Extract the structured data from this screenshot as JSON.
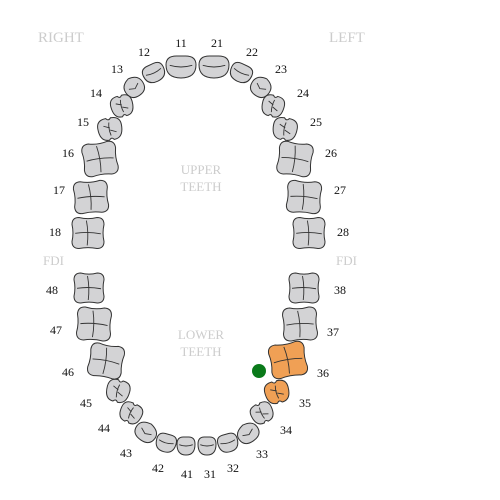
{
  "corner_labels": {
    "upper_right": "RIGHT",
    "upper_left": "LEFT",
    "fdi_right": "FDI",
    "fdi_left": "FDI"
  },
  "center_labels": {
    "upper_line1": "UPPER",
    "upper_line2": "TEETH",
    "lower_line1": "LOWER",
    "lower_line2": "TEETH"
  },
  "colors": {
    "tooth_default": "#d3d3d5",
    "tooth_selected": "#f0a055",
    "marker": "#0a7a1a",
    "label_light": "#cccccc"
  },
  "teeth": [
    {
      "number": "11",
      "type": "incisor",
      "selected": false
    },
    {
      "number": "12",
      "type": "incisor",
      "selected": false
    },
    {
      "number": "13",
      "type": "canine",
      "selected": false
    },
    {
      "number": "14",
      "type": "premolar",
      "selected": false
    },
    {
      "number": "15",
      "type": "premolar",
      "selected": false
    },
    {
      "number": "16",
      "type": "molar",
      "selected": false
    },
    {
      "number": "17",
      "type": "molar",
      "selected": false
    },
    {
      "number": "18",
      "type": "molar",
      "selected": false
    },
    {
      "number": "21",
      "type": "incisor",
      "selected": false
    },
    {
      "number": "22",
      "type": "incisor",
      "selected": false
    },
    {
      "number": "23",
      "type": "canine",
      "selected": false
    },
    {
      "number": "24",
      "type": "premolar",
      "selected": false
    },
    {
      "number": "25",
      "type": "premolar",
      "selected": false
    },
    {
      "number": "26",
      "type": "molar",
      "selected": false
    },
    {
      "number": "27",
      "type": "molar",
      "selected": false
    },
    {
      "number": "28",
      "type": "molar",
      "selected": false
    },
    {
      "number": "31",
      "type": "incisor",
      "selected": false
    },
    {
      "number": "32",
      "type": "incisor",
      "selected": false
    },
    {
      "number": "33",
      "type": "canine",
      "selected": false
    },
    {
      "number": "34",
      "type": "premolar",
      "selected": false
    },
    {
      "number": "35",
      "type": "premolar",
      "selected": true
    },
    {
      "number": "36",
      "type": "molar",
      "selected": true
    },
    {
      "number": "37",
      "type": "molar",
      "selected": false
    },
    {
      "number": "38",
      "type": "molar",
      "selected": false
    },
    {
      "number": "41",
      "type": "incisor",
      "selected": false
    },
    {
      "number": "42",
      "type": "incisor",
      "selected": false
    },
    {
      "number": "43",
      "type": "canine",
      "selected": false
    },
    {
      "number": "44",
      "type": "premolar",
      "selected": false
    },
    {
      "number": "45",
      "type": "premolar",
      "selected": false
    },
    {
      "number": "46",
      "type": "molar",
      "selected": false
    },
    {
      "number": "47",
      "type": "molar",
      "selected": false
    },
    {
      "number": "48",
      "type": "molar",
      "selected": false
    }
  ],
  "marker": {
    "attached_to": "36"
  }
}
